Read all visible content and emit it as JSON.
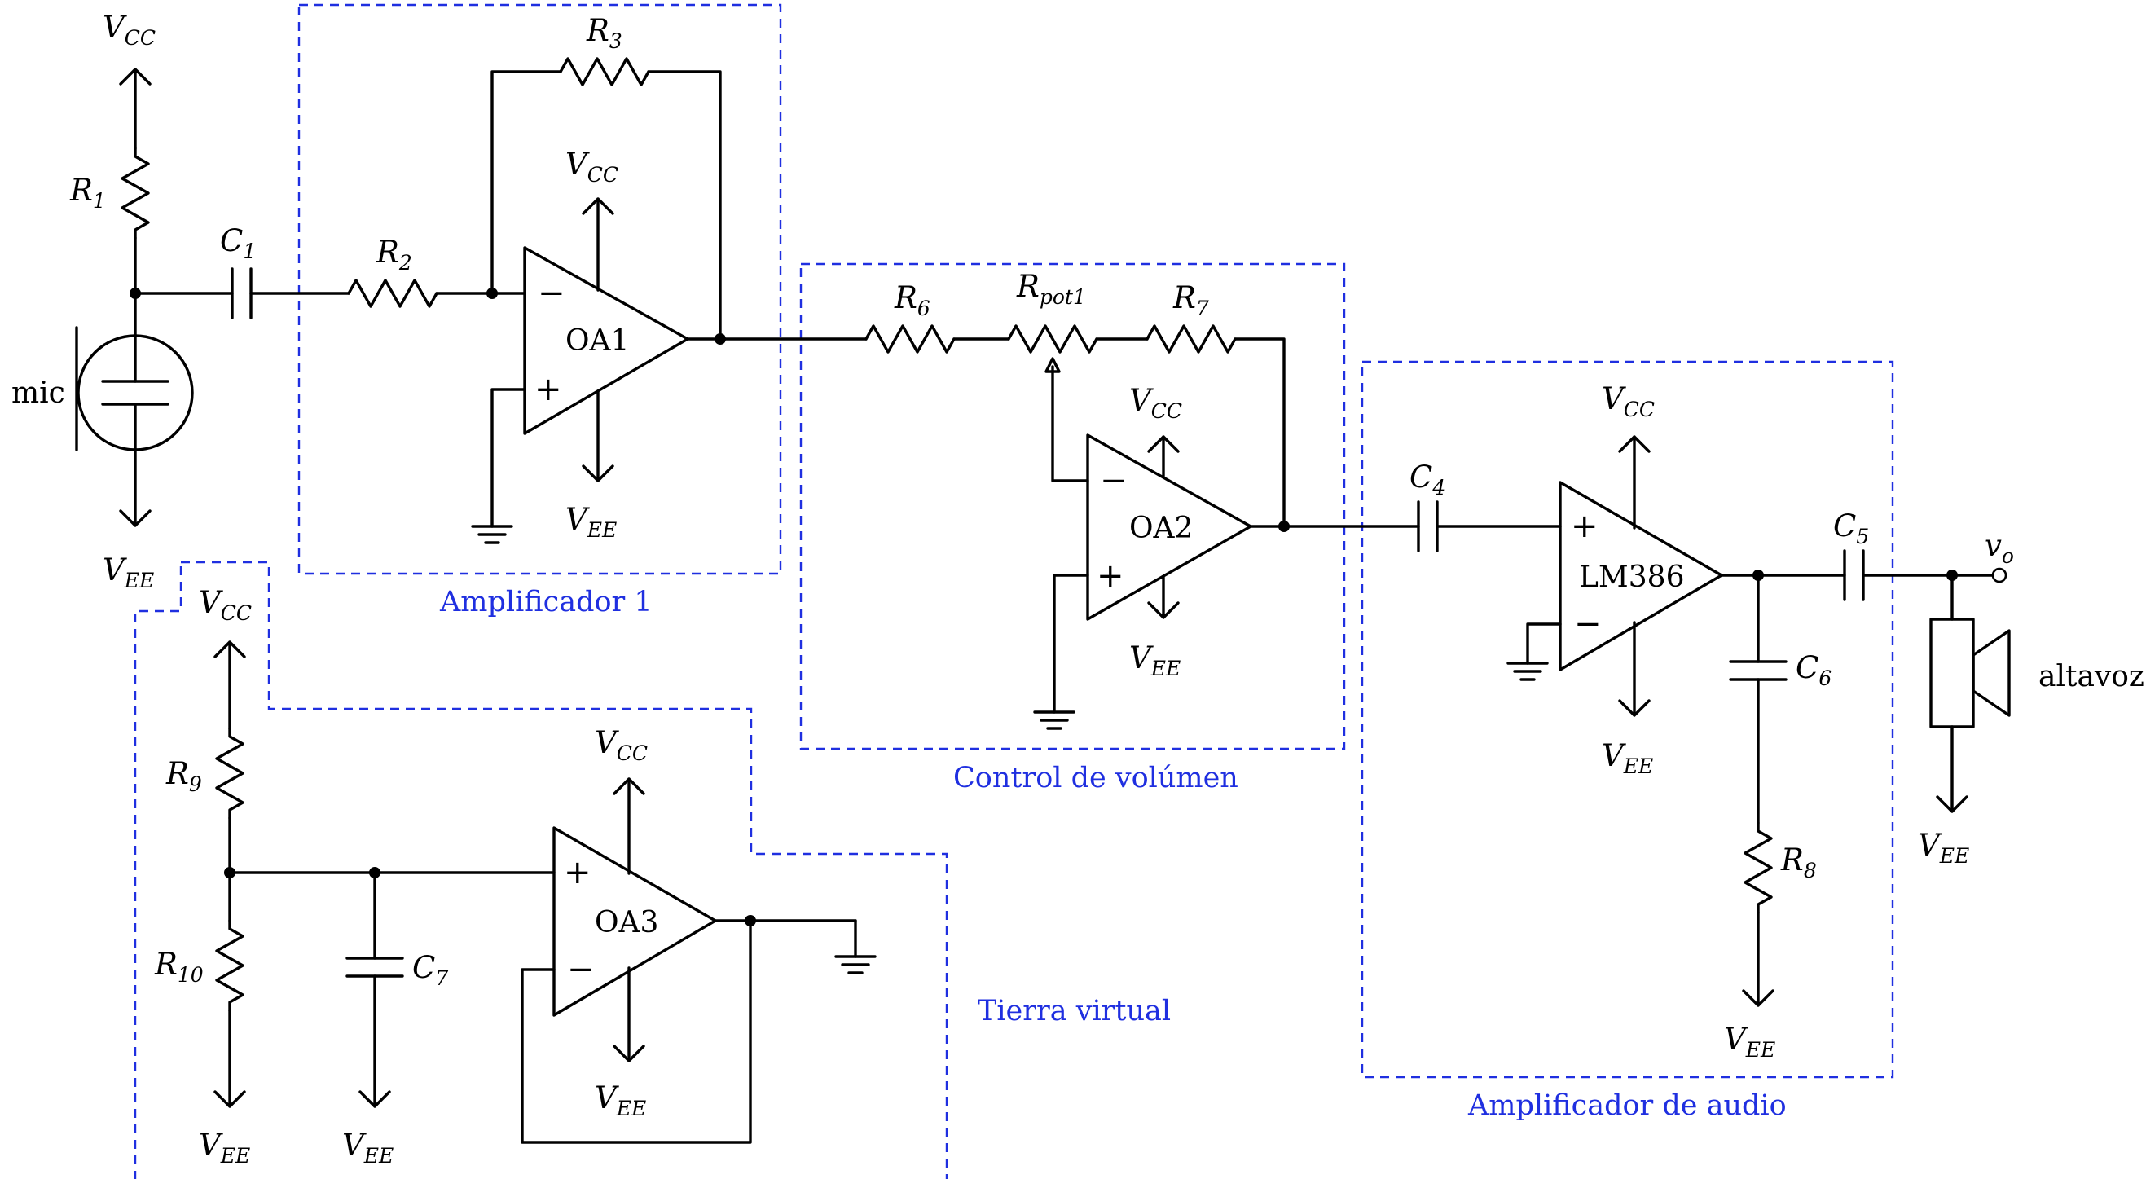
{
  "supplies": {
    "vcc_main": "V",
    "vcc_sub": "CC",
    "vee_main": "V",
    "vee_sub": "EE"
  },
  "components": {
    "r1": {
      "main": "R",
      "sub": "1"
    },
    "r2": {
      "main": "R",
      "sub": "2"
    },
    "r3": {
      "main": "R",
      "sub": "3"
    },
    "r6": {
      "main": "R",
      "sub": "6"
    },
    "rpot": {
      "main": "R",
      "sub": "pot1"
    },
    "r7": {
      "main": "R",
      "sub": "7"
    },
    "r8": {
      "main": "R",
      "sub": "8"
    },
    "r9": {
      "main": "R",
      "sub": "9"
    },
    "r10": {
      "main": "R",
      "sub": "10"
    },
    "c1": {
      "main": "C",
      "sub": "1"
    },
    "c4": {
      "main": "C",
      "sub": "4"
    },
    "c5": {
      "main": "C",
      "sub": "5"
    },
    "c6": {
      "main": "C",
      "sub": "6"
    },
    "c7": {
      "main": "C",
      "sub": "7"
    },
    "mic": "mic",
    "speaker": "altavoz",
    "output": {
      "main": "v",
      "sub": "o"
    }
  },
  "opamps": {
    "oa1": "OA1",
    "oa2": "OA2",
    "oa3": "OA3",
    "lm386": "LM386"
  },
  "pins": {
    "minus": "−",
    "plus": "+"
  },
  "blocks": {
    "amp1": "Amplificador 1",
    "volume": "Control de volúmen",
    "virtual_ground": "Tierra virtual",
    "audio_amp": "Amplificador de audio"
  },
  "colors": {
    "block_outline": "#1f2fe0",
    "wire": "#000000"
  }
}
